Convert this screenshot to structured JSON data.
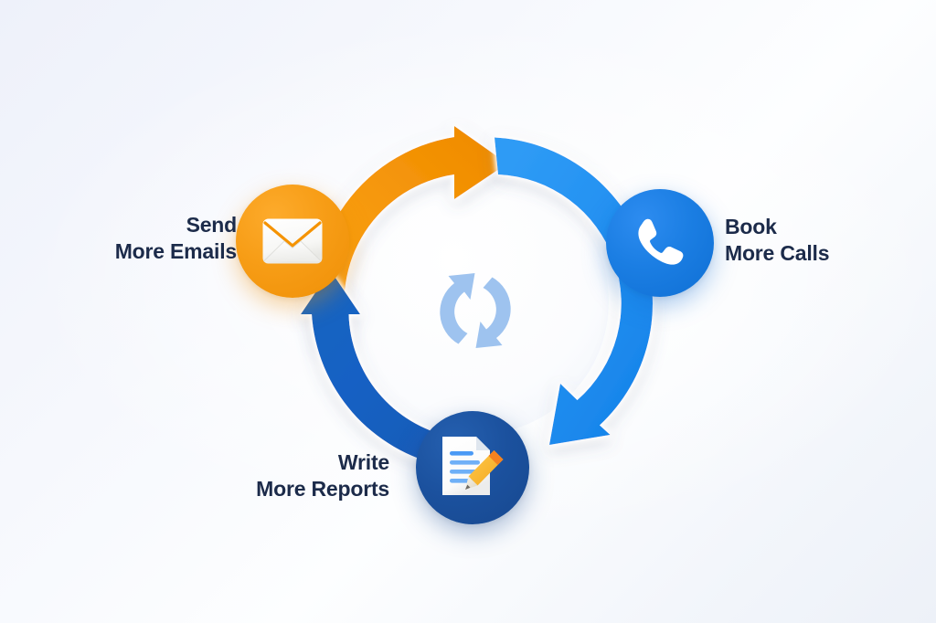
{
  "diagram": {
    "type": "cycle",
    "title": "",
    "background_colors": [
      "#eef1fa",
      "#fdfeff",
      "#edf1f8"
    ],
    "center_icon": "refresh-cycle-icon",
    "center_icon_color": "#9ec3ef",
    "text_color": "#1c2b4a",
    "nodes": [
      {
        "id": "email",
        "icon": "envelope-icon",
        "label_line1": "Send",
        "label_line2": "More Emails",
        "color": "#f59300",
        "icon_color": "#ffffff",
        "position": "left"
      },
      {
        "id": "calls",
        "icon": "phone-icon",
        "label_line1": "Book",
        "label_line2": "More Calls",
        "color": "#1b7ee3",
        "icon_color": "#ffffff",
        "position": "right"
      },
      {
        "id": "reports",
        "icon": "document-pencil-icon",
        "label_line1": "Write",
        "label_line2": "More Reports",
        "color": "#1b519e",
        "icon_color": "#ffffff",
        "position": "bottom"
      }
    ],
    "arrows": [
      {
        "id": "email-to-calls",
        "from": "email",
        "to": "calls",
        "color": "#f59300",
        "direction": "clockwise"
      },
      {
        "id": "calls-to-reports",
        "from": "calls",
        "to": "reports",
        "color": "#2196f3",
        "direction": "clockwise"
      },
      {
        "id": "reports-to-email",
        "from": "reports",
        "to": "email",
        "color": "#1565c0",
        "direction": "clockwise"
      }
    ]
  }
}
